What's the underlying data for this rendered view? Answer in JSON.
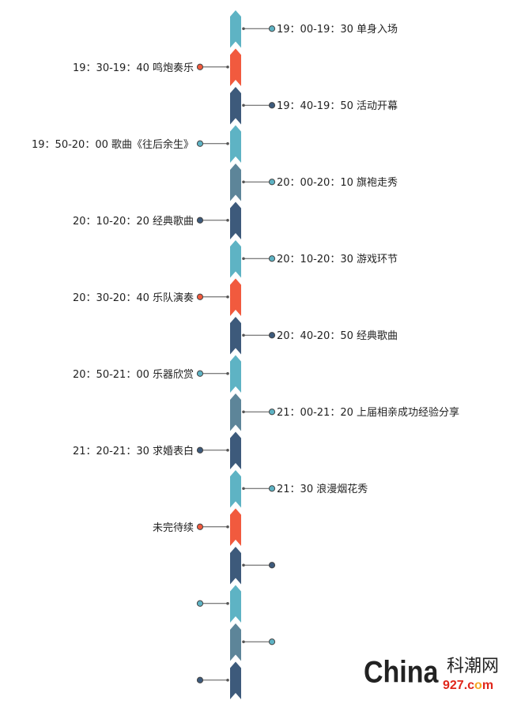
{
  "colors": {
    "teal": "#5eb3c4",
    "red": "#f15a3e",
    "navy": "#3d5a7b",
    "slate": "#5d8599",
    "connector": "#555555"
  },
  "timeline": [
    {
      "side": "right",
      "color": "teal",
      "dot": "teal",
      "label": "19：00-19：30 单身入场"
    },
    {
      "side": "left",
      "color": "red",
      "dot": "red",
      "label": "19：30-19：40 鸣炮奏乐"
    },
    {
      "side": "right",
      "color": "navy",
      "dot": "navy",
      "label": "19：40-19：50 活动开幕"
    },
    {
      "side": "left",
      "color": "teal",
      "dot": "teal",
      "label": "19：50-20：00 歌曲《往后余生》"
    },
    {
      "side": "right",
      "color": "slate",
      "dot": "teal",
      "label": "20：00-20：10 旗袍走秀"
    },
    {
      "side": "left",
      "color": "navy",
      "dot": "navy",
      "label": "20：10-20：20  经典歌曲"
    },
    {
      "side": "right",
      "color": "teal",
      "dot": "teal",
      "label": "20：10-20：30 游戏环节"
    },
    {
      "side": "left",
      "color": "red",
      "dot": "red",
      "label": "20：30-20：40 乐队演奏"
    },
    {
      "side": "right",
      "color": "navy",
      "dot": "navy",
      "label": "20：40-20：50 经典歌曲"
    },
    {
      "side": "left",
      "color": "teal",
      "dot": "teal",
      "label": "20：50-21：00 乐器欣赏"
    },
    {
      "side": "right",
      "color": "slate",
      "dot": "teal",
      "label": "21：00-21：20 上届相亲成功经验分享"
    },
    {
      "side": "left",
      "color": "navy",
      "dot": "navy",
      "label": "21：20-21：30 求婚表白"
    },
    {
      "side": "right",
      "color": "teal",
      "dot": "teal",
      "label": "21：30  浪漫烟花秀"
    },
    {
      "side": "left",
      "color": "red",
      "dot": "red",
      "label": "未完待续"
    },
    {
      "side": "right",
      "color": "navy",
      "dot": "navy",
      "label": ""
    },
    {
      "side": "left",
      "color": "teal",
      "dot": "teal",
      "label": ""
    },
    {
      "side": "right",
      "color": "slate",
      "dot": "teal",
      "label": ""
    },
    {
      "side": "left",
      "color": "navy",
      "dot": "navy",
      "label": ""
    }
  ],
  "watermark": {
    "brand": "China",
    "chinese": "科潮网",
    "domain": "927.c",
    "domain_o": "o",
    "domain_end": "m"
  }
}
